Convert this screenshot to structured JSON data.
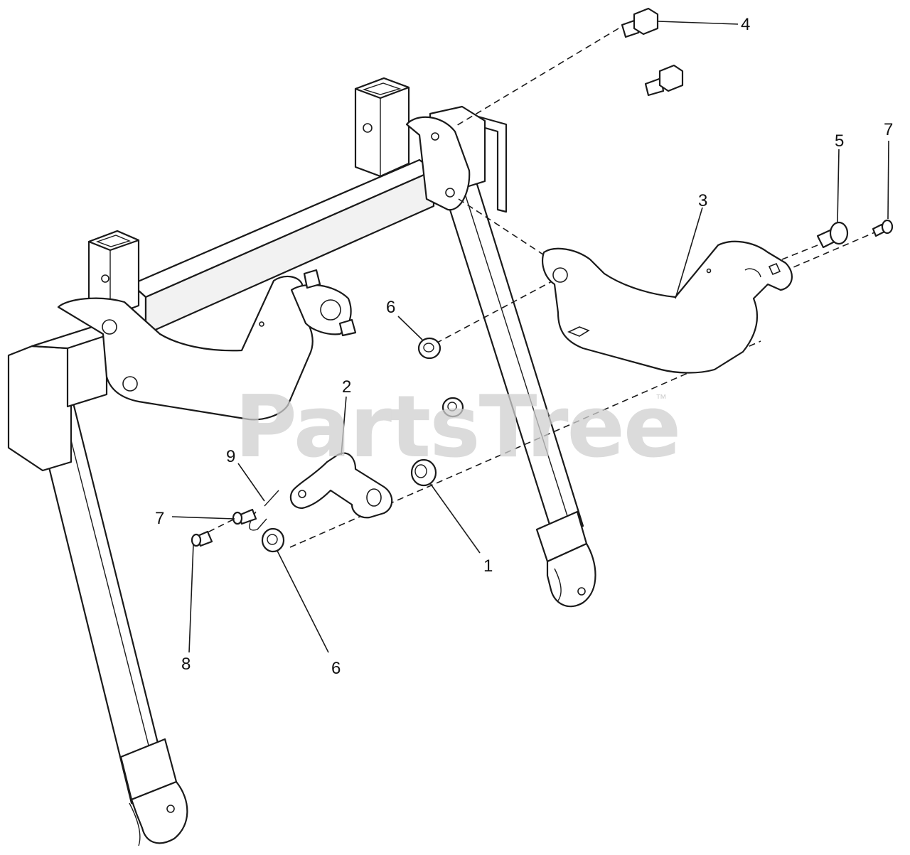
{
  "diagram": {
    "callouts": [
      {
        "id": "c1",
        "label": "1"
      },
      {
        "id": "c2",
        "label": "2"
      },
      {
        "id": "c3",
        "label": "3"
      },
      {
        "id": "c4",
        "label": "4"
      },
      {
        "id": "c5",
        "label": "5"
      },
      {
        "id": "c6a",
        "label": "6"
      },
      {
        "id": "c6b",
        "label": "6"
      },
      {
        "id": "c7a",
        "label": "7"
      },
      {
        "id": "c7b",
        "label": "7"
      },
      {
        "id": "c8",
        "label": "8"
      },
      {
        "id": "c9",
        "label": "9"
      }
    ]
  },
  "watermark": {
    "text": "PartsTree",
    "trademark": "™"
  },
  "colors": {
    "line": "#1a1a1a",
    "background": "#ffffff",
    "watermark": "#cfcfcf"
  }
}
